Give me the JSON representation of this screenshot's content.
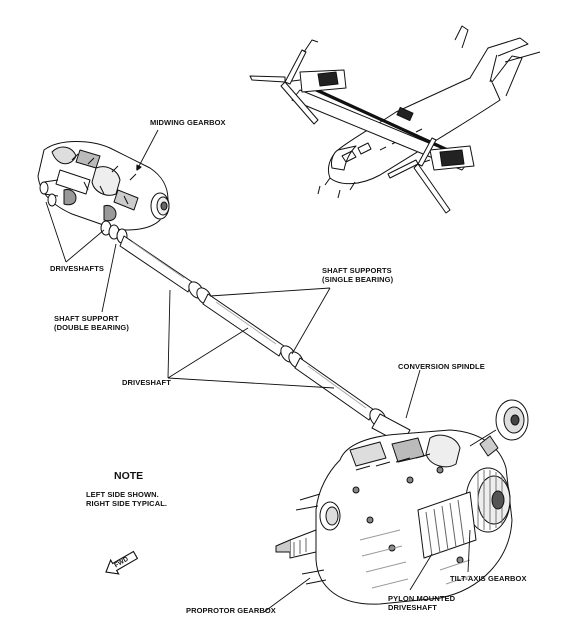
{
  "labels": {
    "midwing_gearbox": "MIDWING GEARBOX",
    "driveshafts": "DRIVESHAFTS",
    "shaft_support_double": [
      "SHAFT SUPPORT",
      "(DOUBLE BEARING)"
    ],
    "shaft_supports_single": [
      "SHAFT SUPPORTS",
      "(SINGLE BEARING)"
    ],
    "driveshaft": "DRIVESHAFT",
    "conversion_spindle": "CONVERSION SPINDLE",
    "tilt_axis_gearbox": "TILT-AXIS GEARBOX",
    "pylon_mounted_driveshaft": [
      "PYLON MOUNTED",
      "DRIVESHAFT"
    ],
    "proprotor_gearbox": "PROPROTOR GEARBOX",
    "fwd": "FWD"
  },
  "note": {
    "title": "NOTE",
    "lines": [
      "LEFT SIDE SHOWN.",
      "RIGHT SIDE TYPICAL."
    ]
  },
  "colors": {
    "ink": "#111111",
    "background": "#ffffff",
    "shading": "#cccccc"
  }
}
